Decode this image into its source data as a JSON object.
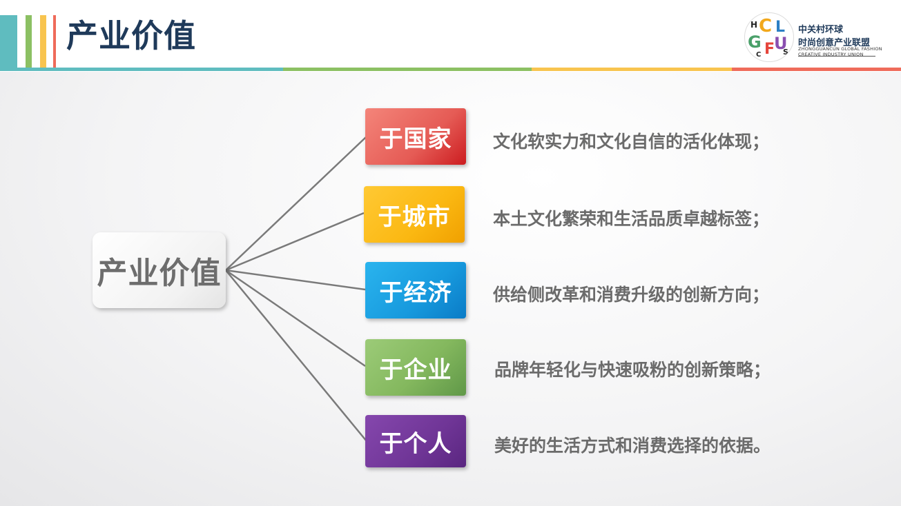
{
  "header": {
    "title": "产业价值",
    "colors": {
      "teal": "#5fbcbf",
      "green": "#8cc063",
      "yellow": "#f8c44f",
      "red": "#ef6b5a",
      "title": "#1f3a5a"
    }
  },
  "logo": {
    "letters": [
      "H",
      "C",
      "L",
      "G",
      "F",
      "U",
      "S",
      "C"
    ],
    "name_cn": "中关村环球时尚创意产业联盟",
    "name_cn_line1": "中关村环球",
    "name_cn_line2": "时尚创意产业联盟",
    "name_en_line1": "ZHONGGUANCUN GLOBAL FASHION",
    "name_en_line2": "CREATIVE INDUSTRY UNION"
  },
  "mindmap": {
    "center_label": "产业价值",
    "branches": [
      {
        "label": "于国家",
        "description": "文化软实力和文化自信的活化体现；",
        "color": "#e55b55"
      },
      {
        "label": "于城市",
        "description": "本土文化繁荣和生活品质卓越标签；",
        "color": "#fbb812"
      },
      {
        "label": "于经济",
        "description": "供给侧改革和消费升级的创新方向；",
        "color": "#1799dd"
      },
      {
        "label": "于企业",
        "description": "品牌年轻化与快速吸粉的创新策略；",
        "color": "#84b85e"
      },
      {
        "label": "于个人",
        "description": "美好的生活方式和消费选择的依据。",
        "color": "#6f3596"
      }
    ]
  }
}
